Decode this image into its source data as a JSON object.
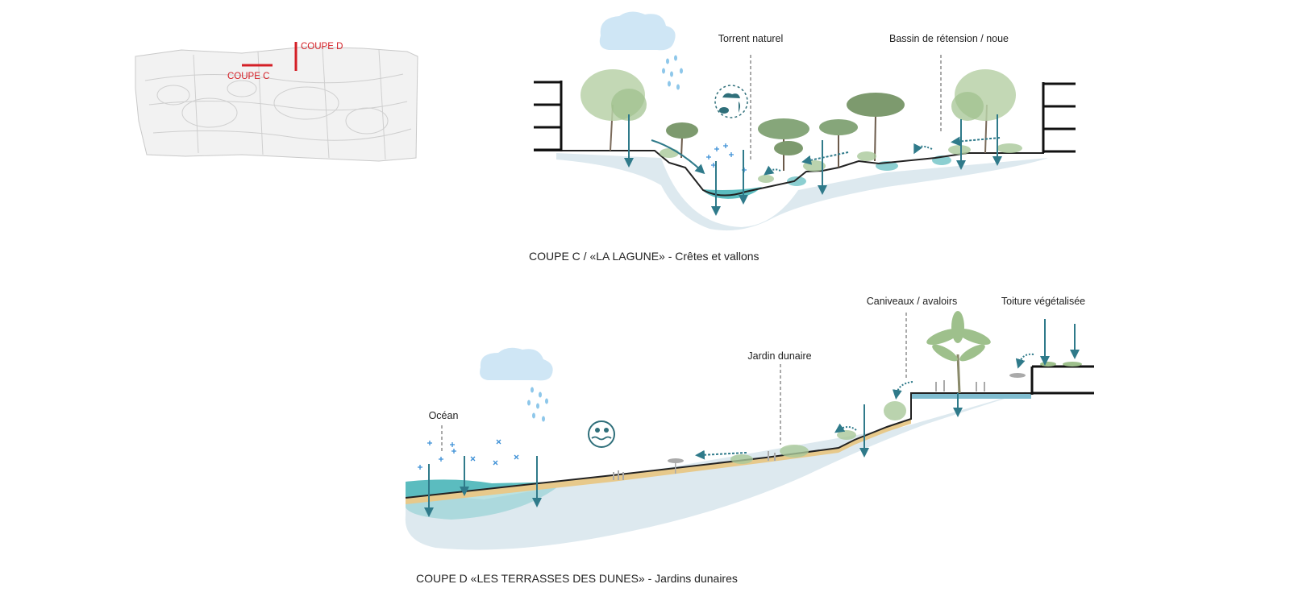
{
  "key_plan": {
    "coupe_c": "COUPE C",
    "coupe_d": "COUPE D"
  },
  "section_c": {
    "labels": {
      "torrent": "Torrent naturel",
      "bassin": "Bassin de rétension / noue"
    },
    "caption": "COUPE C / «LA LAGUNE» - Crêtes et vallons"
  },
  "section_d": {
    "labels": {
      "ocean": "Océan",
      "jardin": "Jardin dunaire",
      "caniveaux": "Caniveaux / avaloirs",
      "toiture": "Toiture végétalisée"
    },
    "caption": "COUPE D «LES TERRASSES DES DUNES» - Jardins dunaires"
  },
  "colors": {
    "accent_red": "#d41f26",
    "water_teal": "#5bbcbf",
    "arrow_teal": "#2f7a8a",
    "ground_haze": "#dde9ef",
    "sand": "#e7c98b",
    "tree_green": "#9ec08c",
    "rain_blue": "#8ec7ea"
  }
}
